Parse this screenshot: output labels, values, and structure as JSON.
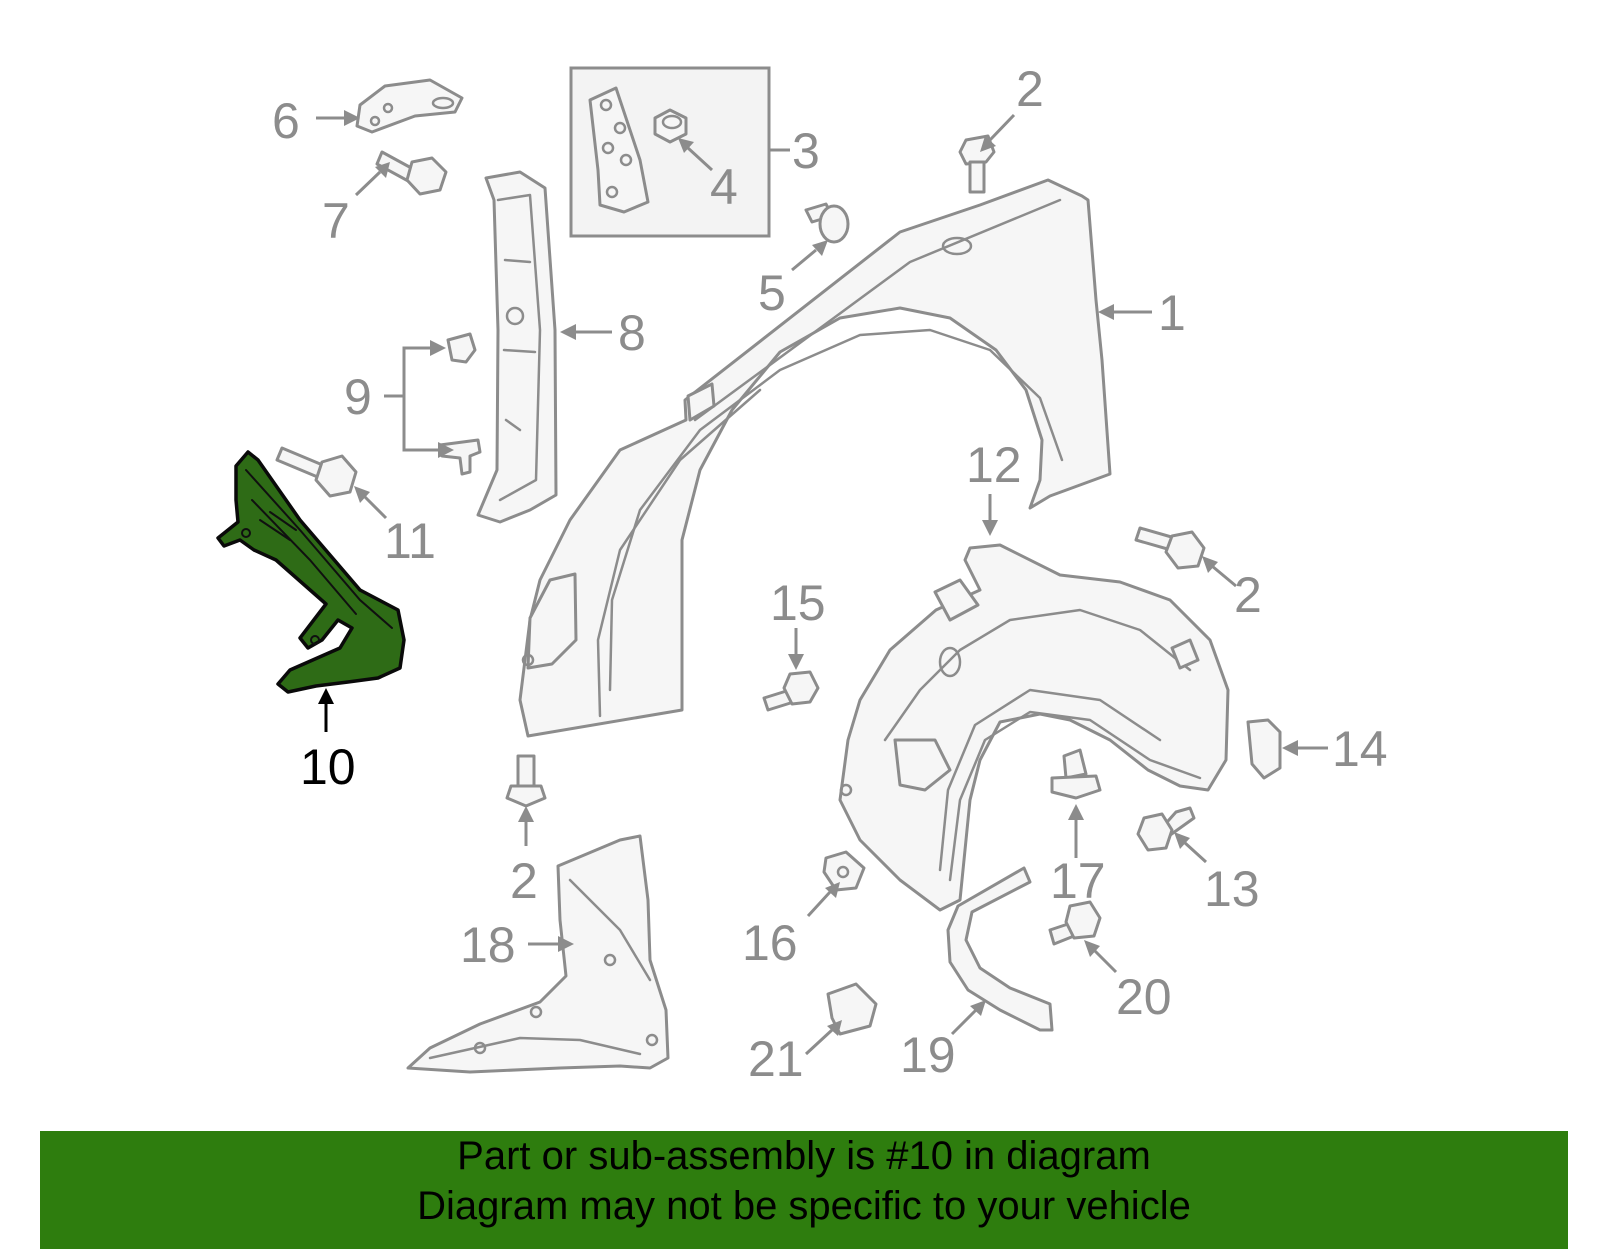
{
  "diagram": {
    "highlight_color": "#2e6b16",
    "line_color": "#8c8c8c",
    "callouts": [
      {
        "id": "c1",
        "label": "1"
      },
      {
        "id": "c2a",
        "label": "2"
      },
      {
        "id": "c2b",
        "label": "2"
      },
      {
        "id": "c2c",
        "label": "2"
      },
      {
        "id": "c3",
        "label": "3"
      },
      {
        "id": "c4",
        "label": "4"
      },
      {
        "id": "c5",
        "label": "5"
      },
      {
        "id": "c6",
        "label": "6"
      },
      {
        "id": "c7",
        "label": "7"
      },
      {
        "id": "c8",
        "label": "8"
      },
      {
        "id": "c9",
        "label": "9"
      },
      {
        "id": "c10",
        "label": "10"
      },
      {
        "id": "c11",
        "label": "11"
      },
      {
        "id": "c12",
        "label": "12"
      },
      {
        "id": "c13",
        "label": "13"
      },
      {
        "id": "c14",
        "label": "14"
      },
      {
        "id": "c15",
        "label": "15"
      },
      {
        "id": "c16",
        "label": "16"
      },
      {
        "id": "c17",
        "label": "17"
      },
      {
        "id": "c18",
        "label": "18"
      },
      {
        "id": "c19",
        "label": "19"
      },
      {
        "id": "c20",
        "label": "20"
      },
      {
        "id": "c21",
        "label": "21"
      }
    ]
  },
  "banner": {
    "color": "#2e7d0e",
    "line1": "Part or sub-assembly is #10 in diagram",
    "line2": "Diagram may not be specific to your vehicle"
  }
}
